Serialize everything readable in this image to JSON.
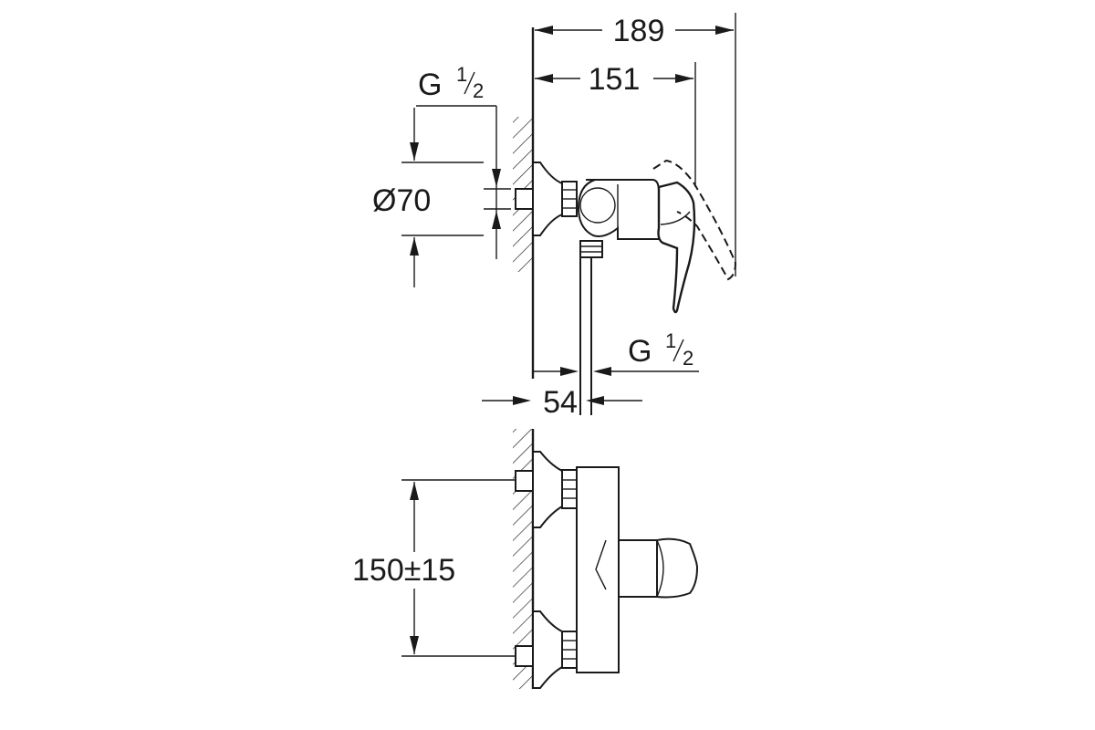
{
  "dimensions": {
    "overall_depth": "189",
    "depth_to_handle": "151",
    "outlet_offset": "54",
    "flange_diameter": "Ø70",
    "inlet_spacing": "150",
    "inlet_spacing_tolerance": "±15"
  },
  "threads": {
    "inlet": {
      "prefix": "G ",
      "num": "1",
      "den": "2"
    },
    "outlet": {
      "prefix": "G ",
      "num": "1",
      "den": "2"
    }
  }
}
